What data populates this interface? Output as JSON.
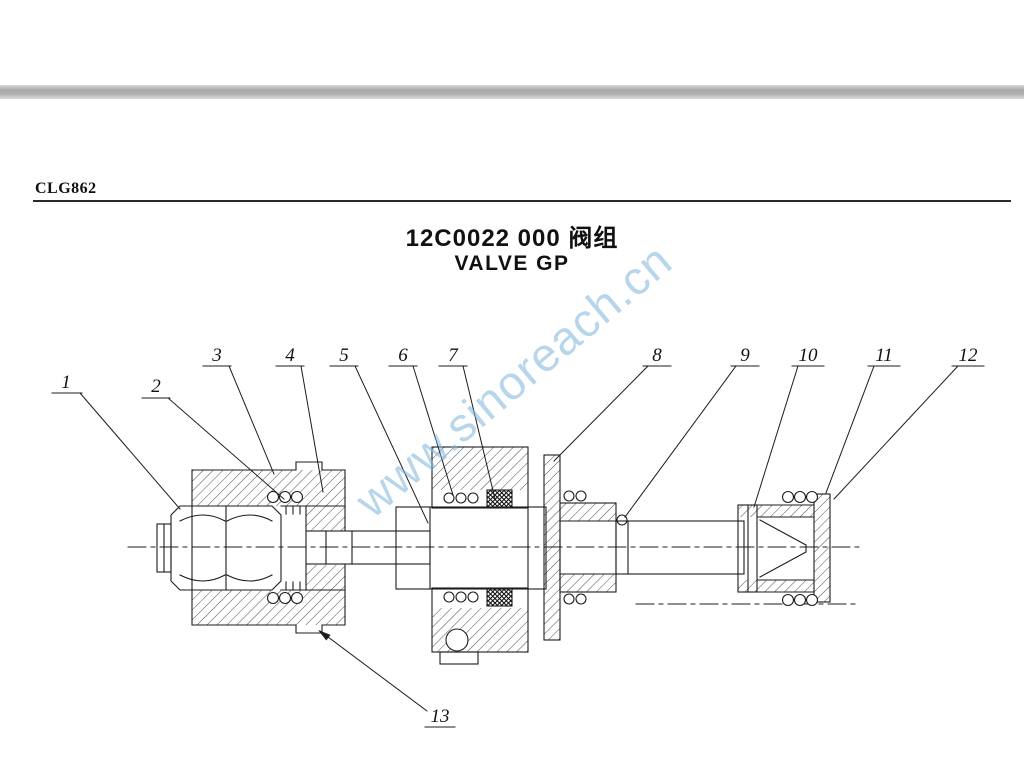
{
  "page": {
    "doc_code": "CLG862",
    "title": "12C0022 000  阀组",
    "subtitle": "VALVE GP"
  },
  "watermark": {
    "text": "www.sinoreach.cn",
    "color": "#7eb6dd"
  },
  "diagram": {
    "callouts": [
      "1",
      "2",
      "3",
      "4",
      "5",
      "6",
      "7",
      "8",
      "9",
      "10",
      "11",
      "12",
      "13"
    ]
  }
}
